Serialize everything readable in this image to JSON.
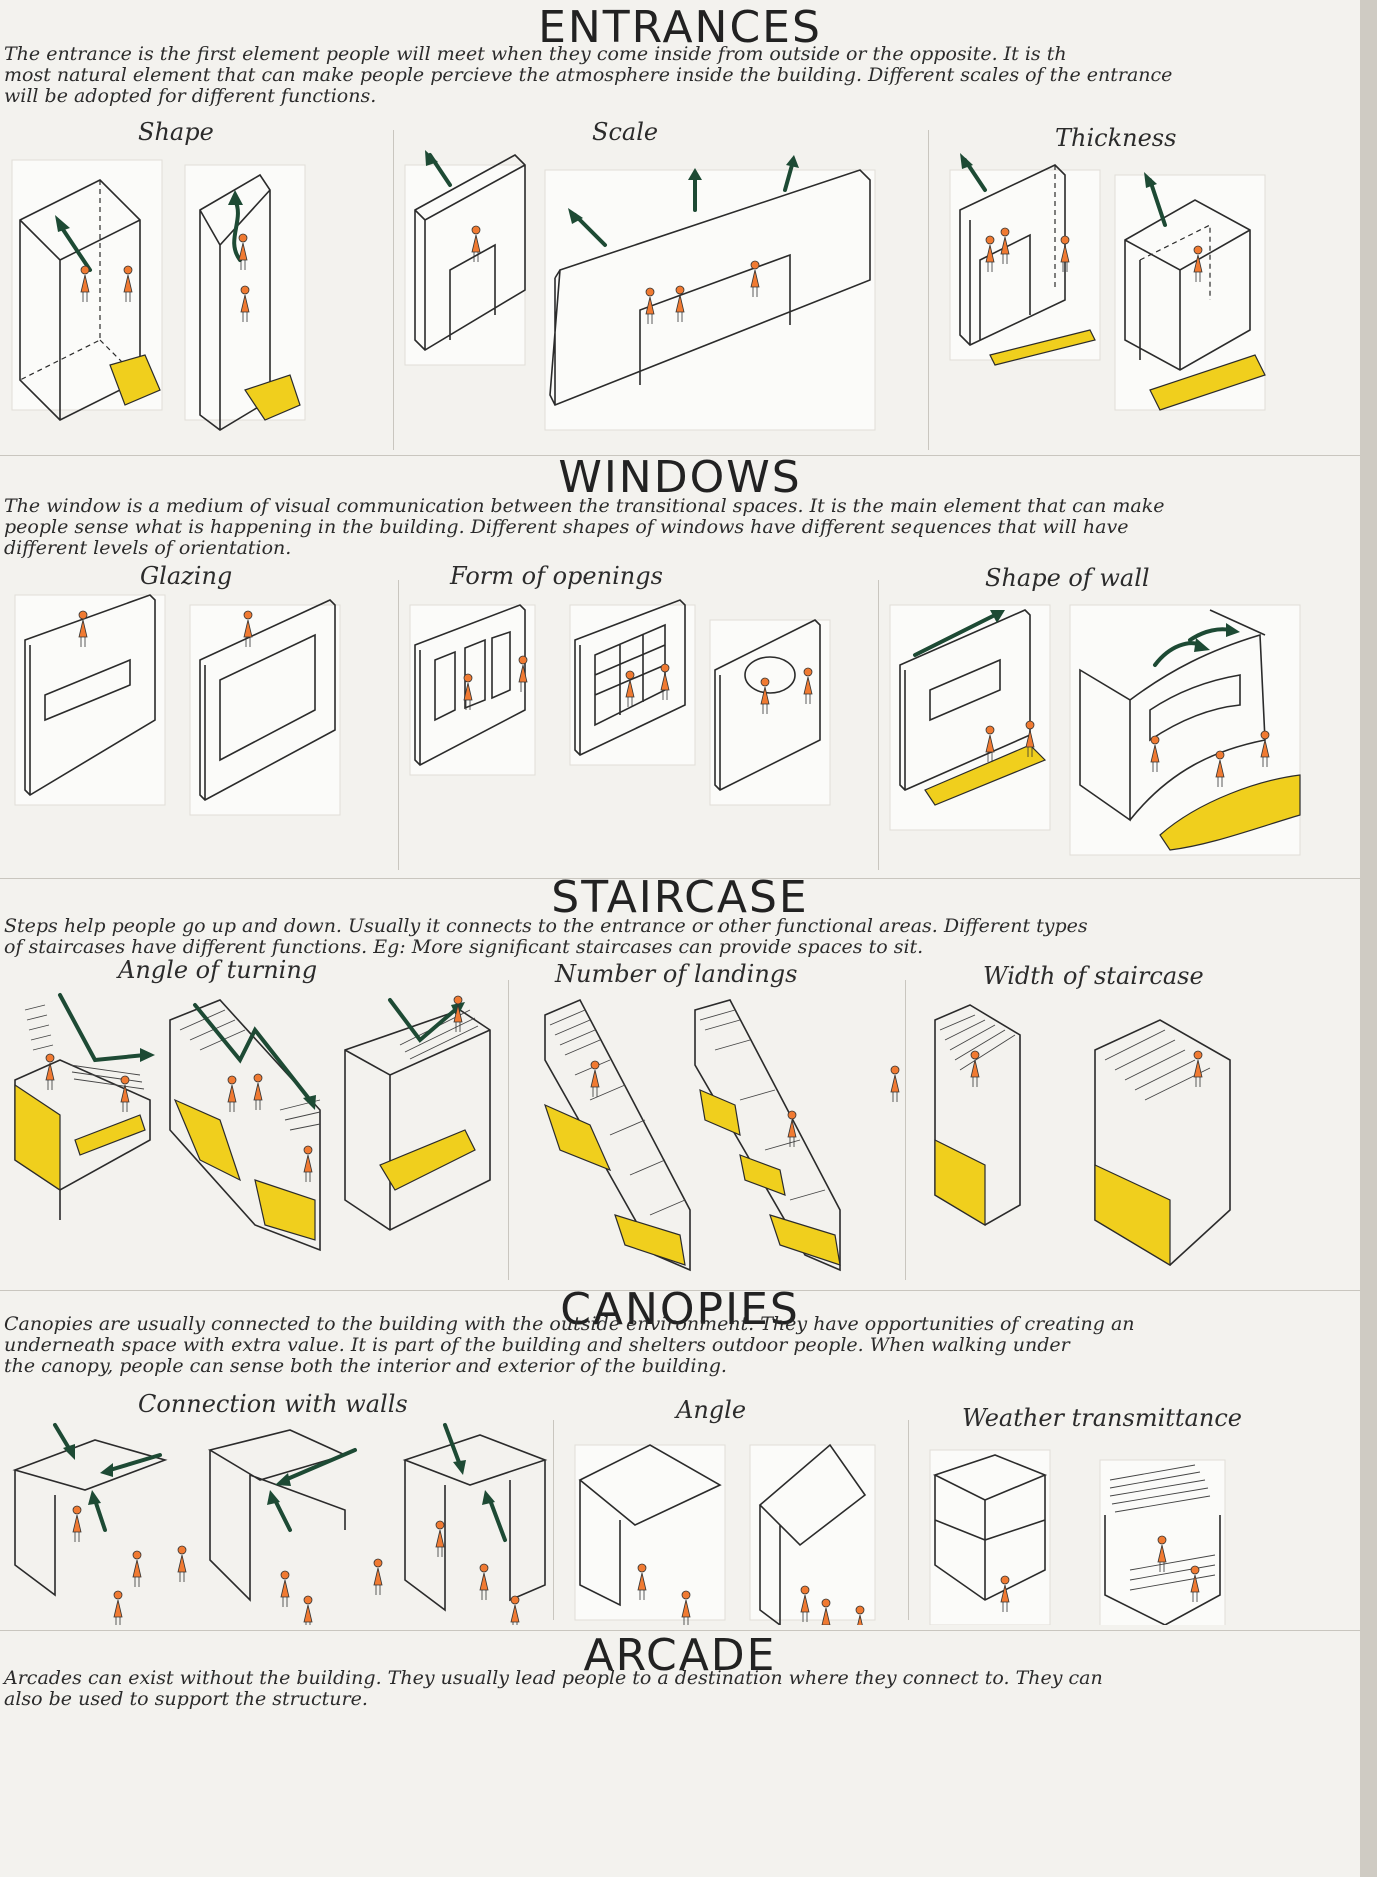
{
  "sections": [
    {
      "title": "ENTRANCES",
      "text": "The entrance is the first element people will meet when they come inside from outside or the opposite. It is th\nmost natural element that can make people percieve the atmosphere inside the building. Different scales of the entrance\nwill be adopted for different functions.",
      "subtitles": [
        "Shape",
        "Scale",
        "Thickness"
      ]
    },
    {
      "title": "WINDOWS",
      "text": "The window is a medium of visual communication between the transitional spaces. It is the main element that can make\npeople sense what is happening in the building. Different shapes of windows have different sequences that will have\ndifferent levels of orientation.",
      "subtitles": [
        "Glazing",
        "Form of openings",
        "Shape of wall"
      ]
    },
    {
      "title": "STAIRCASE",
      "text": "Steps help people go up and down. Usually it connects to the entrance or other functional areas. Different types\nof staircases have different functions. Eg: More significant staircases can provide spaces to sit.",
      "subtitles": [
        "Angle of turning",
        "Number of landings",
        "Width of staircase"
      ]
    },
    {
      "title": "CANOPIES",
      "text": "Canopies are usually connected to the building with the outside environment. They have opportunities of creating an\nunderneath space with extra value. It is part of the building and shelters outdoor people. When walking under\nthe canopy, people can sense both the interior and exterior of the building.",
      "subtitles": [
        "Connection with walls",
        "Angle",
        "Weather transmittance"
      ]
    },
    {
      "title": "ARCADE",
      "text": "Arcades can exist without the building. They usually lead people to a destination where they connect to. They can\nalso be used to support the structure.",
      "subtitles": []
    }
  ],
  "colors": {
    "paper": "#f3f2ee",
    "highlight": "#f0cf1d",
    "figure": "#f07a32",
    "arrow": "#1d4a34"
  }
}
